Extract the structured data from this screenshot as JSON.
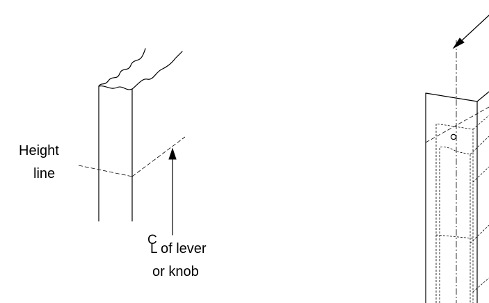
{
  "left_detail": {
    "height_label": [
      "Height",
      "line"
    ],
    "centerline_label": {
      "symbol_top": "C",
      "symbol_bottom": "L",
      "line1": "of lever",
      "line2": "or knob"
    }
  },
  "colors": {
    "ink": "#000000",
    "background": "#ffffff"
  }
}
